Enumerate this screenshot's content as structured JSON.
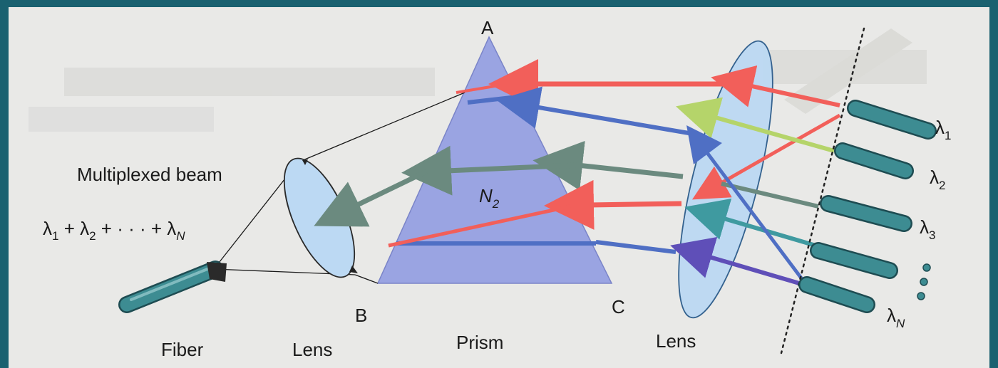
{
  "labels": {
    "vertex_a": "A",
    "vertex_b": "B",
    "vertex_c": "C",
    "prism_index": "N",
    "prism_index_sub": "2",
    "multiplexed_beam": "Multiplexed beam",
    "fiber": "Fiber",
    "lens_left": "Lens",
    "prism": "Prism",
    "lens_right": "Lens"
  },
  "multiplexed_expr": {
    "l1": "λ",
    "s1": "1",
    "plus1": " + ",
    "l2": "λ",
    "s2": "2",
    "dots": " + · · · + ",
    "lN": "λ",
    "sN": "N"
  },
  "wavelengths": [
    {
      "symbol": "λ",
      "sub": "1"
    },
    {
      "symbol": "λ",
      "sub": "2"
    },
    {
      "symbol": "λ",
      "sub": "3"
    },
    {
      "symbol": "λ",
      "sub": "N"
    }
  ],
  "colors": {
    "red": "#f25f5a",
    "blue": "#4f6fc4",
    "green": "#b5d46a",
    "gray_green": "#6b8a7f",
    "teal": "#3f9aa0",
    "purple": "#5f4fb8",
    "prism_fill": "#9aa4e2",
    "lens_fill": "#bcd9f3",
    "fiber": "#3d8c92"
  }
}
